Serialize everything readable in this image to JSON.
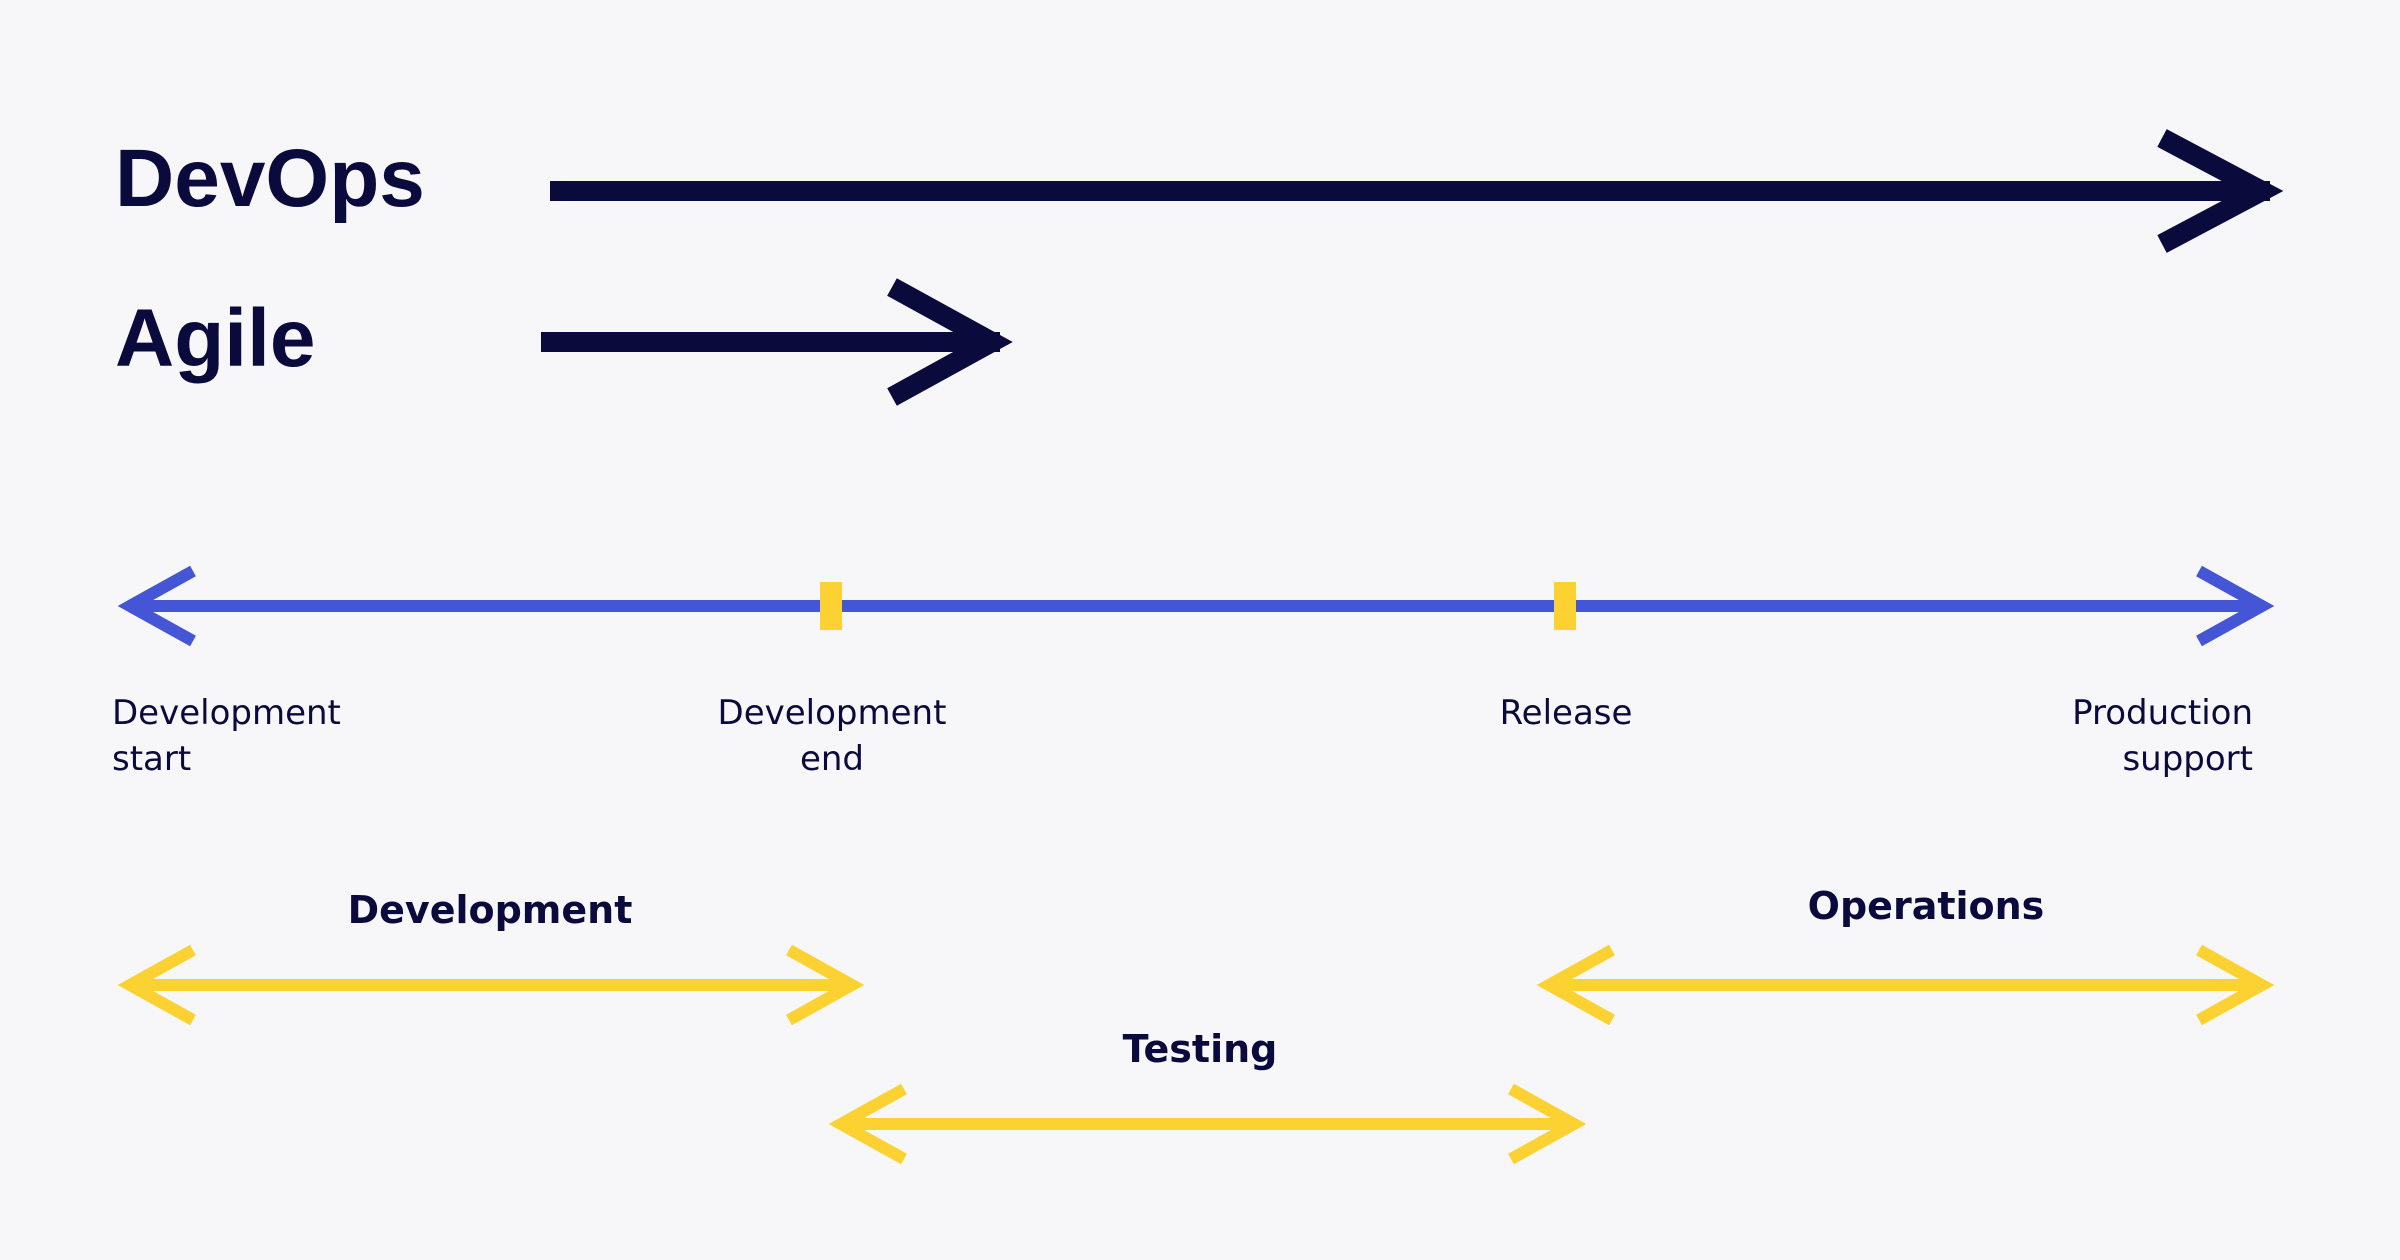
{
  "colors": {
    "background": "#f7f7f9",
    "dark": "#0b0a3c",
    "timeline": "#4455d6",
    "marker": "#fcd232",
    "phase": "#fcd232"
  },
  "methodologies": {
    "devops": {
      "label": "DevOps"
    },
    "agile": {
      "label": "Agile"
    }
  },
  "timeline": {
    "milestones": [
      {
        "line1": "Development",
        "line2": "start"
      },
      {
        "line1": "Development",
        "line2": "end"
      },
      {
        "line1": "Release",
        "line2": ""
      },
      {
        "line1": "Production",
        "line2": "support"
      }
    ]
  },
  "phases": [
    {
      "label": "Development"
    },
    {
      "label": "Testing"
    },
    {
      "label": "Operations"
    }
  ]
}
